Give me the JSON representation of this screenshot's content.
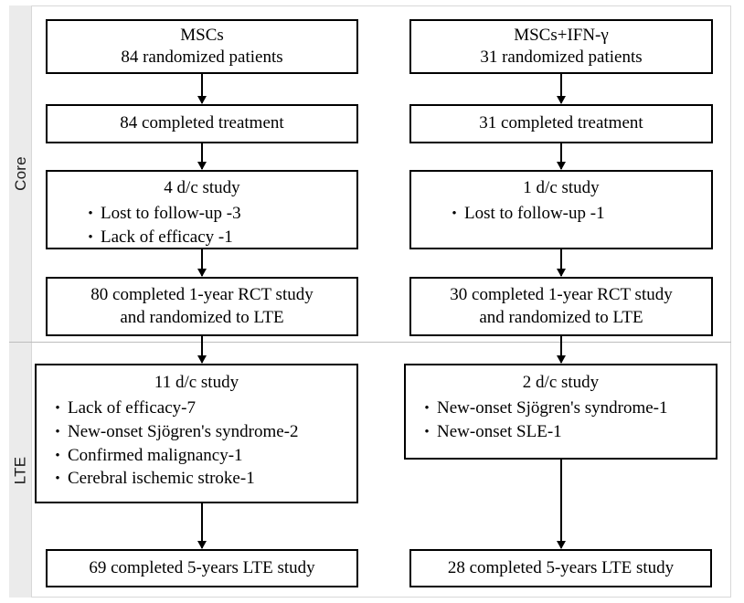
{
  "figure": {
    "type": "flowchart",
    "phases": [
      {
        "id": "core",
        "label": "Core"
      },
      {
        "id": "lte",
        "label": "LTE"
      }
    ],
    "arms": [
      {
        "id": "mscs",
        "title": "MSCs"
      },
      {
        "id": "mscs_ifn",
        "title": "MSCs+IFN-γ"
      }
    ]
  },
  "left": {
    "enrollment": {
      "title": "MSCs",
      "line2": "84 randomized patients"
    },
    "treatment": {
      "text": "84 completed treatment"
    },
    "core_dc": {
      "headline": "4 d/c study",
      "bullets": [
        "Lost to follow-up -3",
        "Lack of efficacy -1"
      ]
    },
    "core_completed": {
      "line1": "80 completed 1-year RCT study",
      "line2": "and randomized to LTE"
    },
    "lte_dc": {
      "headline": "11 d/c study",
      "bullets": [
        "Lack of efficacy-7",
        "New-onset Sjögren's syndrome-2",
        "Confirmed malignancy-1",
        "Cerebral ischemic stroke-1"
      ]
    },
    "lte_completed": {
      "text": "69 completed 5-years LTE study"
    }
  },
  "right": {
    "enrollment": {
      "title": "MSCs+IFN-γ",
      "line2": "31 randomized patients"
    },
    "treatment": {
      "text": "31 completed treatment"
    },
    "core_dc": {
      "headline": "1 d/c study",
      "bullets": [
        "Lost to follow-up -1"
      ]
    },
    "core_completed": {
      "line1": "30 completed 1-year RCT study",
      "line2": "and randomized to LTE"
    },
    "lte_dc": {
      "headline": "2 d/c study",
      "bullets": [
        "New-onset Sjögren's syndrome-1",
        "New-onset SLE-1"
      ]
    },
    "lte_completed": {
      "text": "28 completed 5-years LTE study"
    }
  },
  "glyphs": {
    "bullet": "•"
  },
  "colors": {
    "box_border": "#000000",
    "text": "#000000",
    "gutter_bg": "#ebebeb",
    "frame_border": "#d8d8d8"
  }
}
